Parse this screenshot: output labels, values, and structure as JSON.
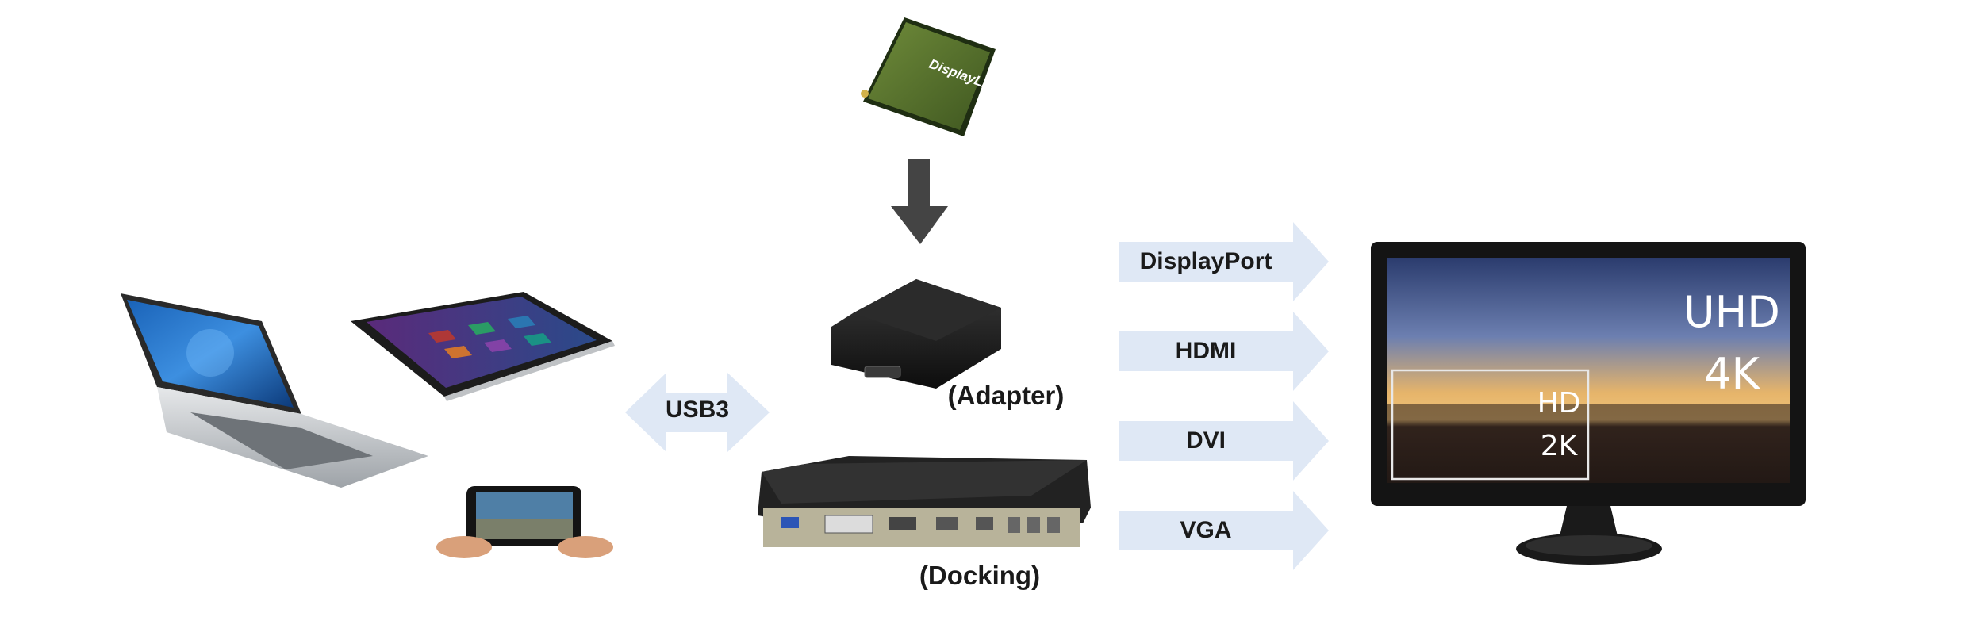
{
  "chip": {
    "brand": "DisplayLink",
    "arrow": "down-arrow"
  },
  "usb": {
    "label": "USB3"
  },
  "adapter": {
    "label": "(Adapter)"
  },
  "docking": {
    "label": "(Docking)"
  },
  "outputs": [
    {
      "label": "DisplayPort"
    },
    {
      "label": "HDMI"
    },
    {
      "label": "DVI"
    },
    {
      "label": "VGA"
    }
  ],
  "monitor": {
    "uhd_line1": "UHD",
    "uhd_line2": "4K",
    "hd_line1": "HD",
    "hd_line2": "2K"
  },
  "devices": [
    "laptop",
    "tablet",
    "smartphone"
  ],
  "colors": {
    "arrow_fill": "#dfe8f5",
    "down_arrow": "#444444",
    "device_dark": "#1c1c1c"
  }
}
